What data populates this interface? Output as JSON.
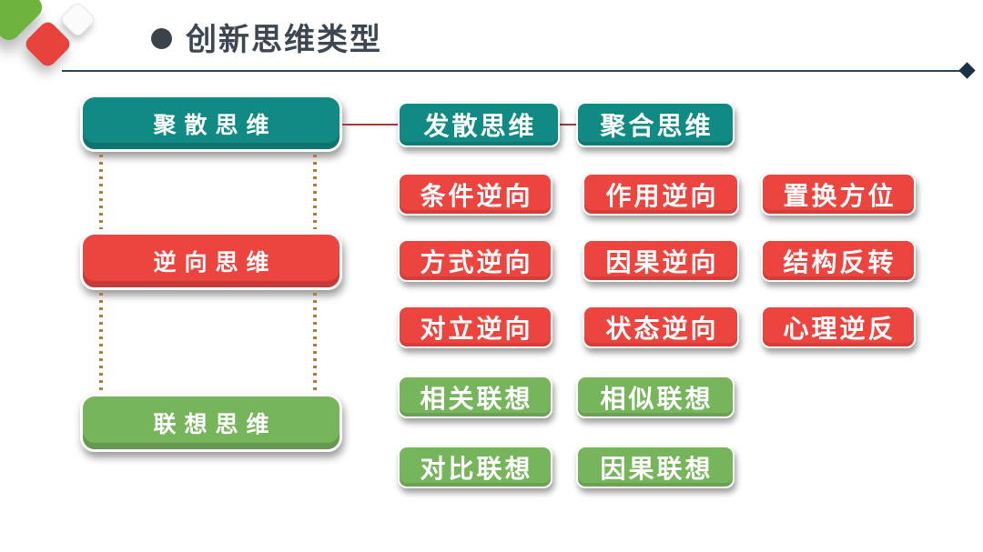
{
  "header": {
    "title": "创新思维类型"
  },
  "colors": {
    "teal": "#108a82",
    "red": "#ec453f",
    "green": "#77b55c",
    "title-text": "#3d4752",
    "bullet": "#3b4349",
    "rule": "#224663",
    "rule-end": "#1b3148",
    "connector": "#a33b38",
    "dots": "#ad7c35",
    "decor-green": "#6db33e",
    "decor-red": "#e8423d",
    "decor-white": "#fbfbfb"
  },
  "left_column": [
    {
      "label": "聚散思维",
      "color": "teal"
    },
    {
      "label": "逆向思维",
      "color": "red"
    },
    {
      "label": "联想思维",
      "color": "green"
    }
  ],
  "right_rows": [
    {
      "color": "teal",
      "items": [
        "发散思维",
        "聚合思维"
      ]
    },
    {
      "color": "red",
      "items": [
        "条件逆向",
        "作用逆向",
        "置换方位"
      ]
    },
    {
      "color": "red",
      "items": [
        "方式逆向",
        "因果逆向",
        "结构反转"
      ]
    },
    {
      "color": "red",
      "items": [
        "对立逆向",
        "状态逆向",
        "心理逆反"
      ]
    },
    {
      "color": "green",
      "items": [
        "相关联想",
        "相似联想"
      ]
    },
    {
      "color": "green",
      "items": [
        "对比联想",
        "因果联想"
      ]
    }
  ]
}
